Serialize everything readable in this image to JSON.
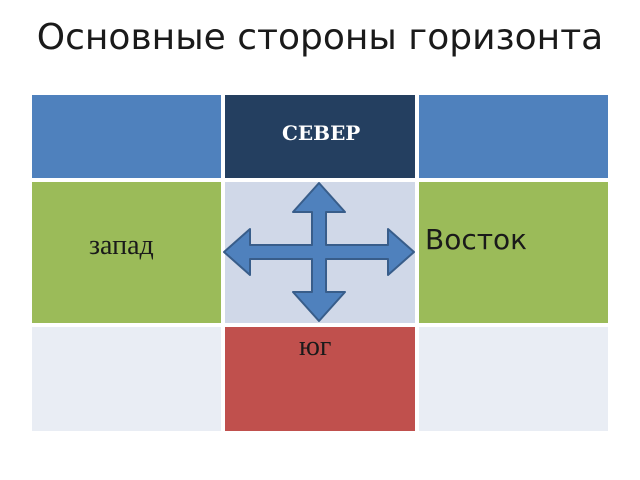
{
  "slide": {
    "title": "Основные стороны горизонта"
  },
  "table": {
    "cells": {
      "north": {
        "label": "СЕВЕР",
        "color": "#243F60"
      },
      "west": {
        "label": "запад",
        "color": "#9BBB59"
      },
      "east": {
        "label": "Восток",
        "color": "#9BBB59"
      },
      "south": {
        "label": "юг",
        "color": "#C0504D"
      },
      "center": {
        "color": "#D0D8E8"
      },
      "header": {
        "color": "#4F81BD"
      },
      "light": {
        "color": "#E9EDF4"
      }
    }
  },
  "arrows": {
    "icon": "four-way-arrow-icon",
    "fill": "#4F81BD",
    "stroke": "#385D8A"
  }
}
